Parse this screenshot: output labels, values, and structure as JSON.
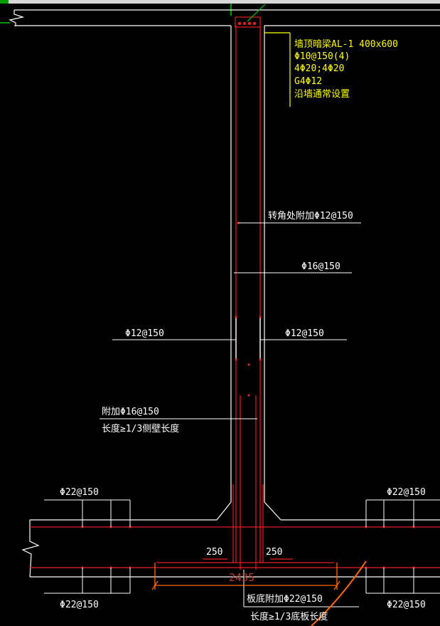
{
  "colors": {
    "background": "#000000",
    "outline": "#ffffff",
    "rebar": "#e52020",
    "annotation": "#ffff00",
    "dimension": "#ff6a00",
    "marker": "#00cc00"
  },
  "beam_note": {
    "line1": "墙顶暗梁AL-1 400x600",
    "line2": "Φ10@150(4)",
    "line3": "4Φ20;4Φ20",
    "line4": "G4Φ12",
    "line5": "沿墙通常设置"
  },
  "labels": {
    "corner_extra": "转角处附加Φ12@150",
    "wall_vertical": "Φ16@150",
    "wall_left": "Φ12@150",
    "wall_right": "Φ12@150",
    "extra_left_1": "附加Φ16@150",
    "extra_left_2": "长度≥1/3侧壁长度",
    "slab_top_left": "Φ22@150",
    "slab_top_right": "Φ22@150",
    "slab_bottom_left": "Φ22@150",
    "slab_bottom_right": "Φ22@150",
    "slab_extra_1": "板底附加Φ22@150",
    "slab_extra_2": "长度≥1/3底板长度"
  },
  "dimensions": {
    "left_offset": "250",
    "right_offset": "250",
    "total_length": "2435"
  }
}
